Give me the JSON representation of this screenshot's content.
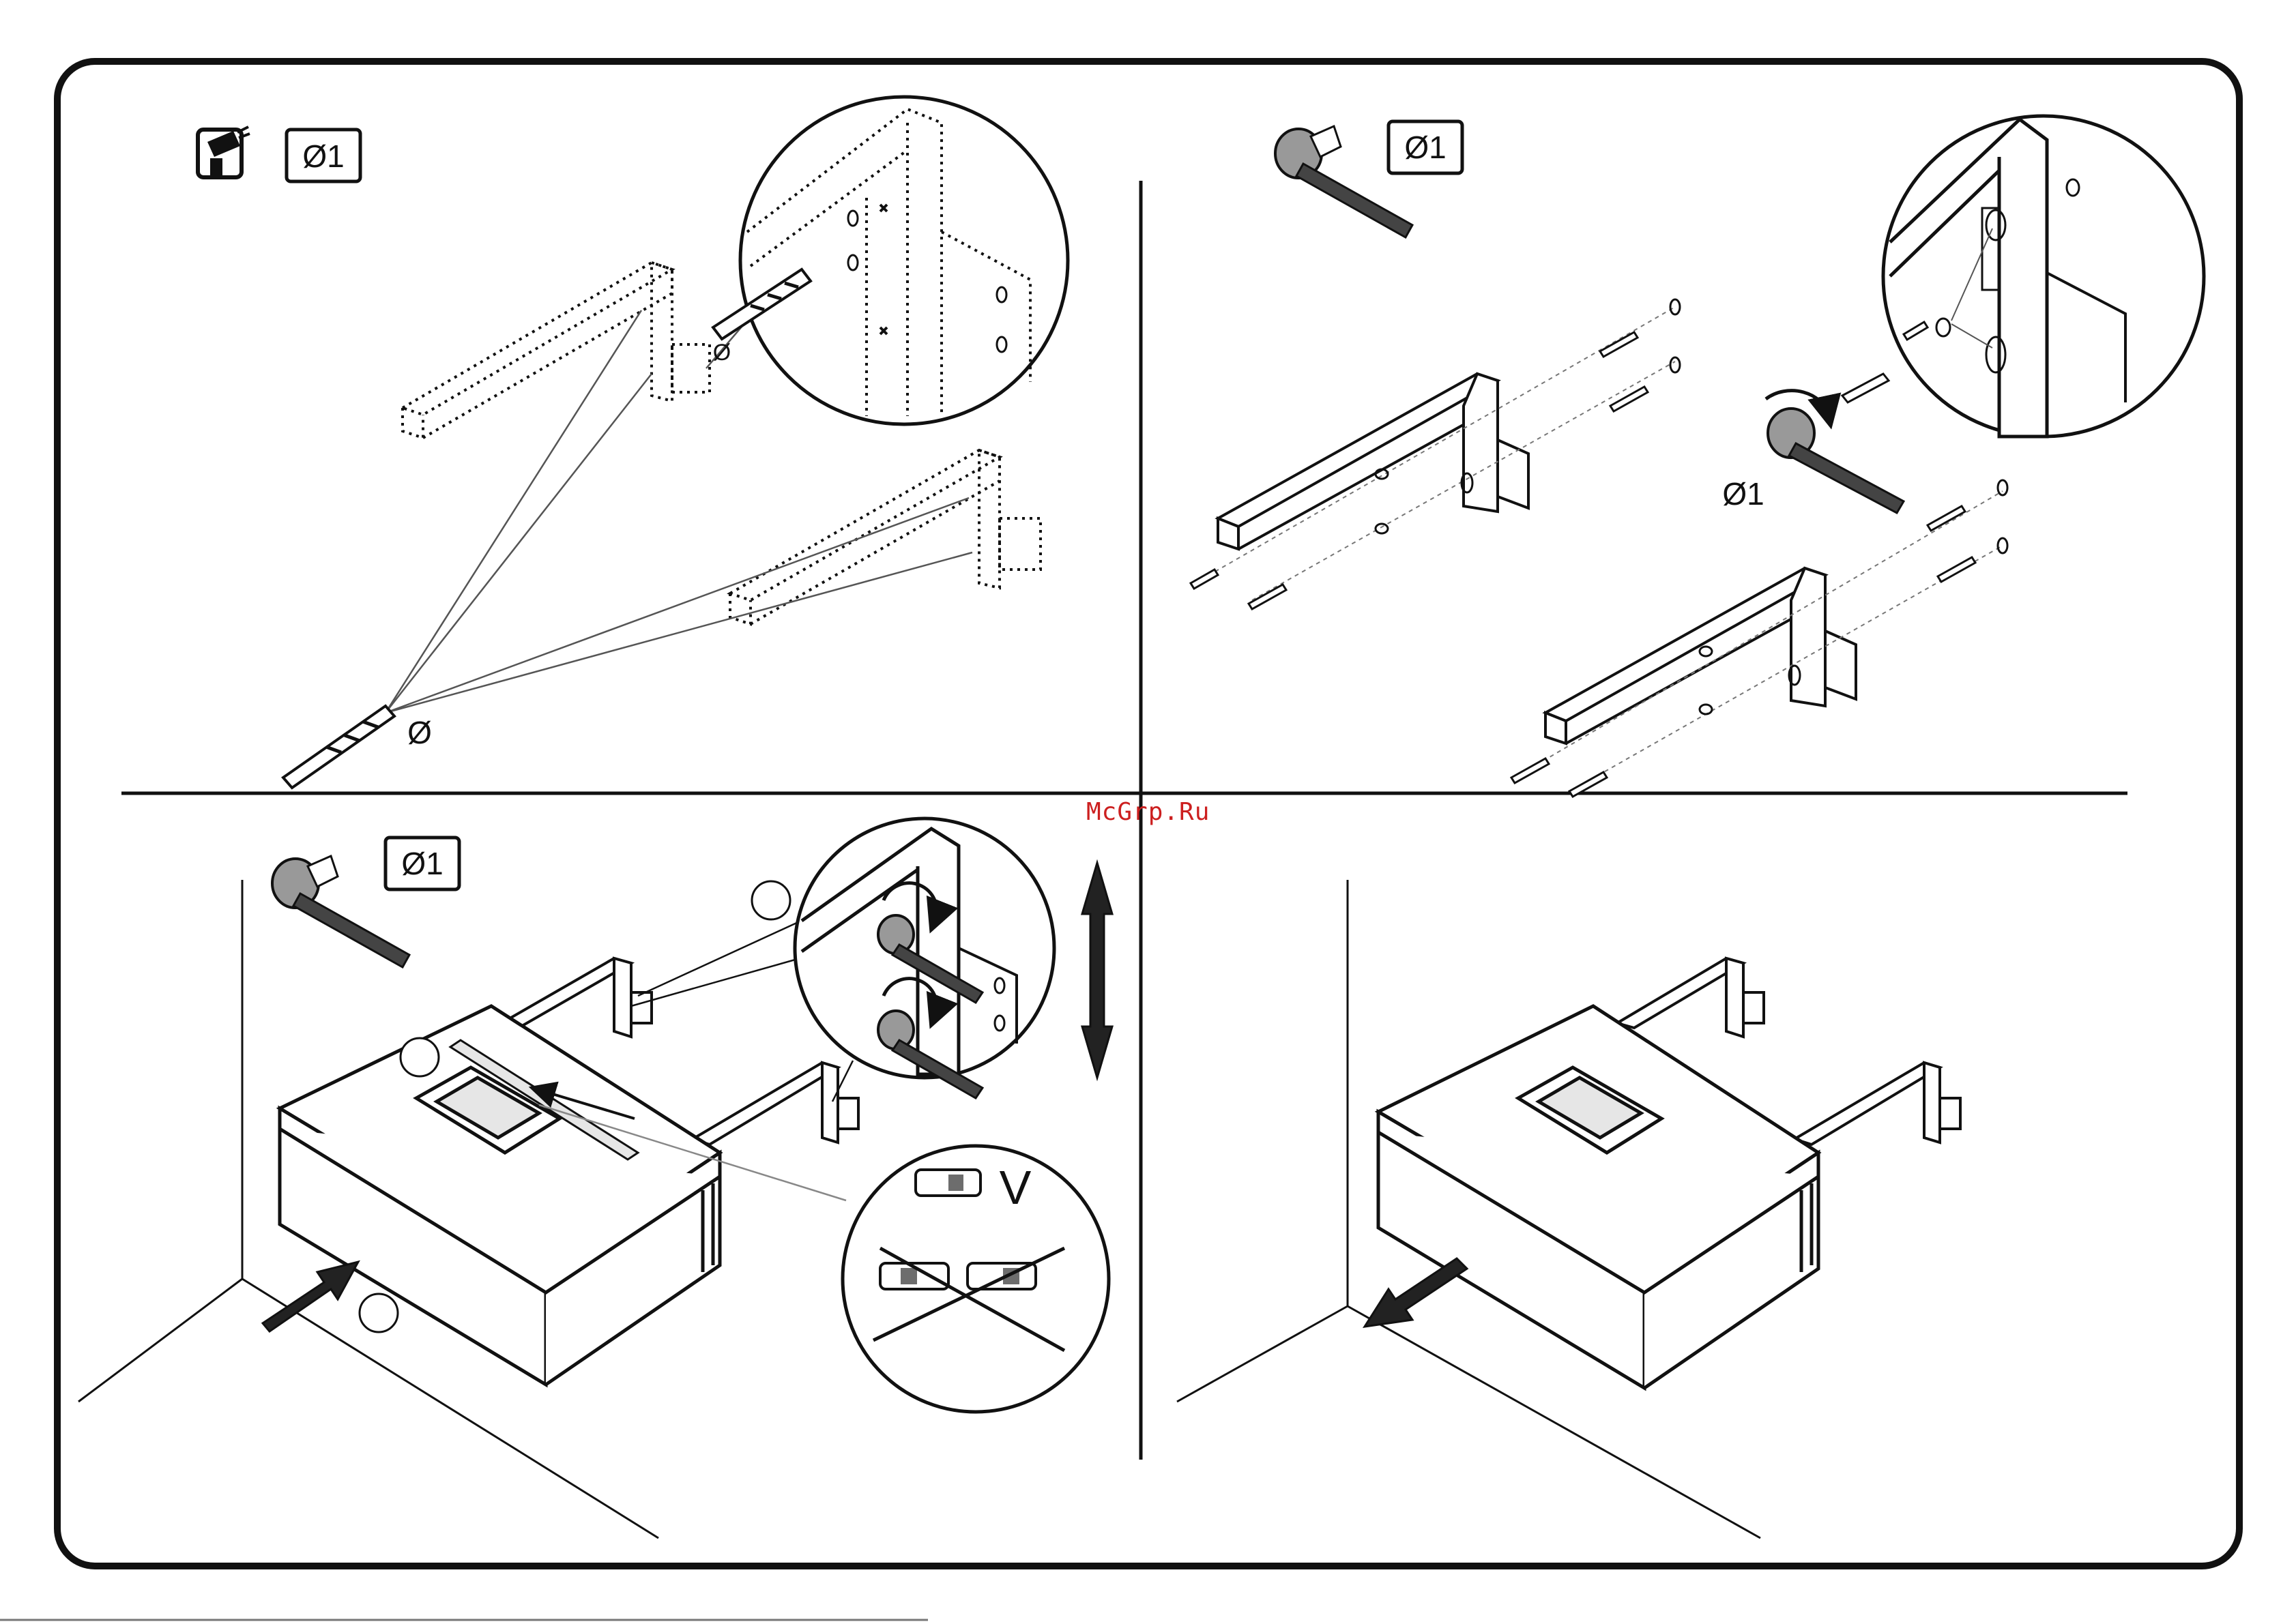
{
  "labels": {
    "drill_size_1": "Ø1",
    "drill_size_2": "Ø1",
    "drill_size_3": "Ø1",
    "drill_size_4": "Ø1",
    "drill_symbol_small": "Ø",
    "drill_symbol_large": "Ø",
    "level_ok": "V"
  },
  "watermark": "McGrp.Ru",
  "colors": {
    "line": "#111111",
    "watermark": "#cc1f1f",
    "fill_gray": "#6d6d6d",
    "fill_light": "#e6e6e6"
  },
  "icons": {
    "drill_tool": "drill-icon",
    "anchor_bolt": "anchor-bolt-icon",
    "arrow_push": "arrow-icon",
    "arrow_vertical": "double-arrow-icon",
    "level_bubble": "spirit-level-icon"
  }
}
